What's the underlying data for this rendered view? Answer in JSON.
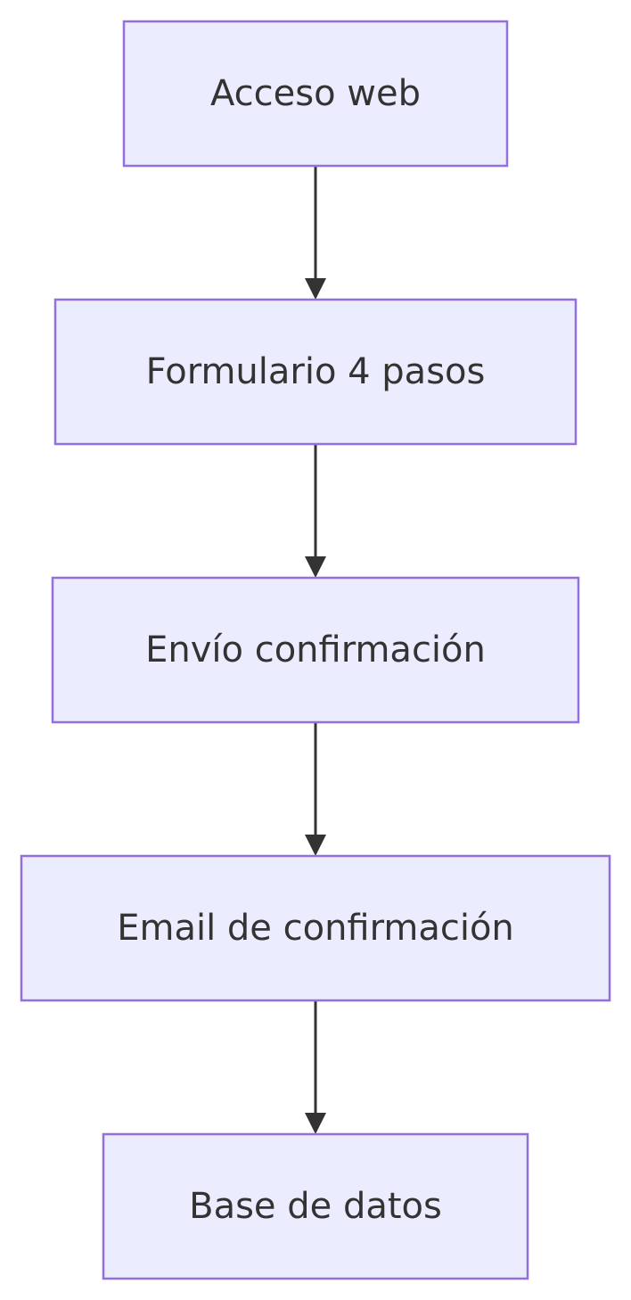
{
  "diagram": {
    "type": "flowchart",
    "direction": "top-to-bottom",
    "colors": {
      "node_fill": "#ECECFF",
      "node_border": "#9370DB",
      "text": "#333333",
      "edge": "#333333"
    },
    "nodes": [
      {
        "id": "acceso",
        "label": "Acceso web"
      },
      {
        "id": "formulario",
        "label": "Formulario 4 pasos"
      },
      {
        "id": "envio",
        "label": "Envío confirmación"
      },
      {
        "id": "email",
        "label": "Email de confirmación"
      },
      {
        "id": "base",
        "label": "Base de datos"
      }
    ],
    "edges": [
      {
        "from": "acceso",
        "to": "formulario"
      },
      {
        "from": "formulario",
        "to": "envio"
      },
      {
        "from": "envio",
        "to": "email"
      },
      {
        "from": "email",
        "to": "base"
      }
    ]
  }
}
